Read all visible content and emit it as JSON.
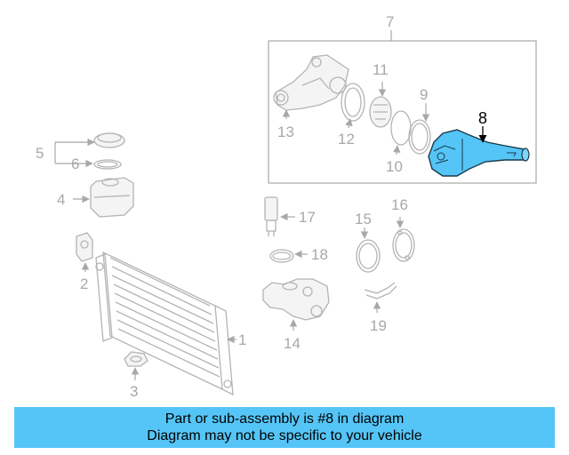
{
  "highlight_color": "#55c5f7",
  "callouts": {
    "c1": "1",
    "c2": "2",
    "c3": "3",
    "c4": "4",
    "c5": "5",
    "c6": "6",
    "c7": "7",
    "c8": "8",
    "c9": "9",
    "c10": "10",
    "c11": "11",
    "c12": "12",
    "c13": "13",
    "c14": "14",
    "c15": "15",
    "c16": "16",
    "c17": "17",
    "c18": "18",
    "c19": "19"
  },
  "highlighted_part": "8",
  "caption": {
    "line1": "Part or sub-assembly is #8 in diagram",
    "line2": "Diagram may not be specific to your vehicle"
  }
}
